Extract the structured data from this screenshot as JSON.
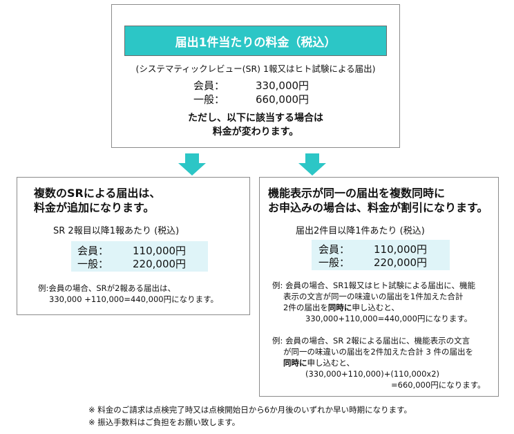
{
  "top": {
    "title": "届出1件当たりの料金（税込）",
    "note": "(システマティックレビュー(SR) 1報又はヒト試験による届出)",
    "member_label": "会員：",
    "member_value": "330,000円",
    "general_label": "一般：",
    "general_value": "660,000円",
    "warn_line1": "ただし、以下に該当する場合は",
    "warn_line2": "料金が変わります。"
  },
  "left": {
    "heading_line1": "複数のSRによる届出は、",
    "heading_line2": "料金が追加になります。",
    "sub": "SR 2報目以降1報あたり (税込)",
    "member_label": "会員：",
    "member_value": "110,000円",
    "general_label": "一般：",
    "general_value": "220,000円",
    "ex_line1": "例:会員の場合、SRが2報ある届出は、",
    "ex_line2": "330,000 +110,000=440,000円になります。"
  },
  "right": {
    "heading_line1": "機能表示が同一の届出を複数同時に",
    "heading_line2": "お申込みの場合は、料金が割引になります。",
    "sub": "届出2件目以降1件あたり (税込)",
    "member_label": "会員：",
    "member_value": "110,000円",
    "general_label": "一般：",
    "general_value": "220,000円",
    "ex1_line1": "例: 会員の場合、SR1報又はヒト試験による届出に、機能",
    "ex1_line2": "表示の文言が同一の味違いの届出を1件加えた合計",
    "ex1_line3a": "2件の届出を",
    "ex1_line3b": "同時に",
    "ex1_line3c": "申し込むと、",
    "ex1_line4": "330,000+110,000=440,000円になります。",
    "ex2_line1": "例: 会員の場合、SR 2報による届出に、機能表示の文言",
    "ex2_line2": "が同一の味違いの届出を2件加えた合計 3 件の届出を",
    "ex2_line3a": "同時に",
    "ex2_line3b": "申し込むと、",
    "ex2_line4": "(330,000+110,000)+(110,000x2)",
    "ex2_line5": "=660,000円になります。"
  },
  "footnotes": [
    "※ 料金のご請求は点検完了時又は点検開始日から6か月後のいずれか早い時期になります。",
    "※ 振込手数料はご負担をお願い致します。"
  ],
  "colors": {
    "teal": "#2cc6c6",
    "light_blue": "#dff4f8"
  }
}
